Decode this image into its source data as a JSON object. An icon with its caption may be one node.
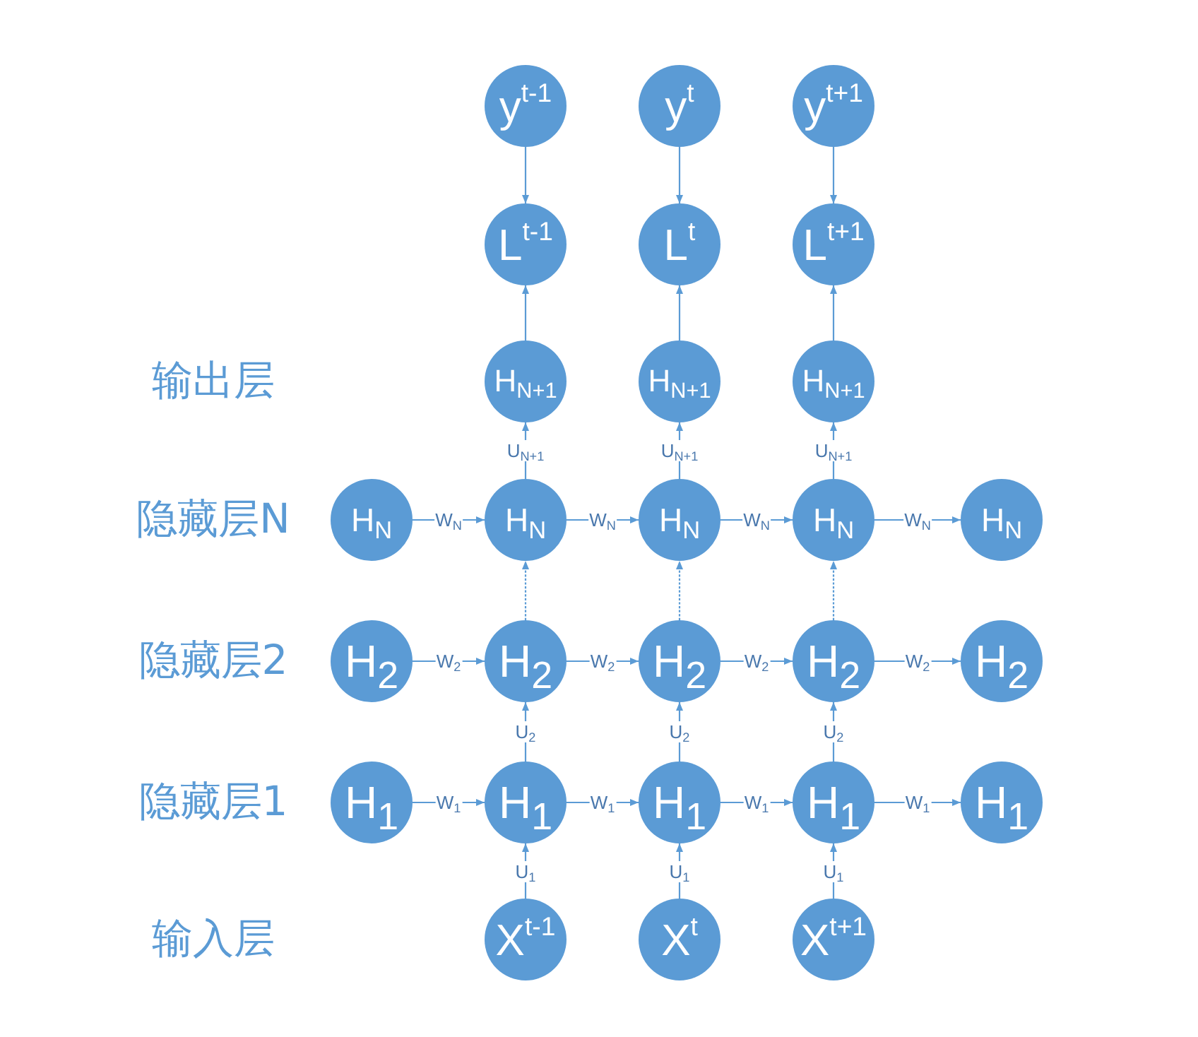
{
  "diagram": {
    "nodes": [
      {
        "text": [
          "y$^{t-1}$"
        ]
      },
      {
        "text": [
          "y$^{t}$"
        ]
      },
      {
        "text": [
          "y$^{t+1}$"
        ]
      },
      {
        "text": [
          "L$^{t-1}$"
        ]
      },
      {
        "text": [
          "L$^{t}$"
        ]
      },
      {
        "text": [
          "L$^{t+1}$"
        ]
      },
      {
        "text": [
          "H$_{N+1}$"
        ]
      },
      {
        "text": [
          "H$_{N+1}$"
        ]
      },
      {
        "text": [
          "H$_{N+1}$"
        ]
      },
      {
        "text": [
          "H$_{N}$"
        ]
      },
      {
        "text": [
          "H$_{N}$"
        ]
      },
      {
        "text": [
          "H$_{N}$"
        ]
      },
      {
        "text": [
          "H$_{N}$"
        ]
      },
      {
        "text": [
          "H$_{N}$"
        ]
      },
      {
        "text": [
          "H$_{2}$"
        ]
      },
      {
        "text": [
          "H$_{2}$"
        ]
      },
      {
        "text": [
          "H$_{2}$"
        ]
      },
      {
        "text": [
          "H$_{2}$"
        ]
      },
      {
        "text": [
          "H$_{2}$"
        ]
      },
      {
        "text": [
          "H$_{1}$"
        ]
      },
      {
        "text": [
          "H$_{1}$"
        ]
      },
      {
        "text": [
          "H$_{1}$"
        ]
      },
      {
        "text": [
          "H$_{1}$"
        ]
      },
      {
        "text": [
          "H$_{1}$"
        ]
      },
      {
        "text": [
          "X$^{t-1}$"
        ]
      },
      {
        "text": [
          "X$^{t}$"
        ]
      },
      {
        "text": [
          "X$^{t+1}$"
        ]
      }
    ],
    "edges": [
      {
        "from": 0,
        "to": 3,
        "arrow": "to"
      },
      {
        "from": 1,
        "to": 4,
        "arrow": "to"
      },
      {
        "from": 2,
        "to": 5,
        "arrow": "to"
      },
      {
        "from": 6,
        "to": 3,
        "arrow": "to"
      },
      {
        "from": 7,
        "to": 4,
        "arrow": "to"
      },
      {
        "from": 8,
        "to": 5,
        "arrow": "to"
      },
      {
        "from": 10,
        "to": 6,
        "arrow": "to",
        "label": "U$_{N+1}$"
      },
      {
        "from": 11,
        "to": 7,
        "arrow": "to",
        "label": "U$_{N+1}$"
      },
      {
        "from": 12,
        "to": 8,
        "arrow": "to",
        "label": "U$_{N+1}$"
      },
      {
        "from": 9,
        "to": 10,
        "arrow": "to",
        "label": "W$_{N}$"
      },
      {
        "from": 10,
        "to": 11,
        "arrow": "to",
        "label": "W$_{N}$"
      },
      {
        "from": 11,
        "to": 12,
        "arrow": "to",
        "label": "W$_{N}$"
      },
      {
        "from": 12,
        "to": 13,
        "arrow": "to",
        "label": "W$_{N}$"
      },
      {
        "from": 15,
        "to": 10,
        "arrow": "to",
        "style": "dashed"
      },
      {
        "from": 16,
        "to": 11,
        "arrow": "to",
        "style": "dashed"
      },
      {
        "from": 17,
        "to": 12,
        "arrow": "to",
        "style": "dashed"
      },
      {
        "from": 14,
        "to": 15,
        "arrow": "to",
        "label": "W$_{2}$"
      },
      {
        "from": 15,
        "to": 16,
        "arrow": "to",
        "label": "W$_{2}$"
      },
      {
        "from": 16,
        "to": 17,
        "arrow": "to",
        "label": "W$_{2}$"
      },
      {
        "from": 17,
        "to": 18,
        "arrow": "to",
        "label": "W$_{2}$"
      },
      {
        "from": 20,
        "to": 15,
        "arrow": "to",
        "label": "U$_{2}$"
      },
      {
        "from": 21,
        "to": 16,
        "arrow": "to",
        "label": "U$_{2}$"
      },
      {
        "from": 22,
        "to": 17,
        "arrow": "to",
        "label": "U$_{2}$"
      },
      {
        "from": 19,
        "to": 20,
        "arrow": "to",
        "label": "W$_{1}$"
      },
      {
        "from": 20,
        "to": 21,
        "arrow": "to",
        "label": "W$_{1}$"
      },
      {
        "from": 21,
        "to": 22,
        "arrow": "to",
        "label": "W$_{1}$"
      },
      {
        "from": 22,
        "to": 23,
        "arrow": "to",
        "label": "W$_{1}$"
      },
      {
        "from": 24,
        "to": 20,
        "arrow": "to",
        "label": "U$_{1}$"
      },
      {
        "from": 25,
        "to": 21,
        "arrow": "to",
        "label": "U$_{1}$"
      },
      {
        "from": 26,
        "to": 22,
        "arrow": "to",
        "label": "U$_{1}$"
      }
    ],
    "labels": [
      "输出层",
      "隐藏层N",
      "隐藏层2",
      "隐藏层1",
      "输入层"
    ]
  }
}
